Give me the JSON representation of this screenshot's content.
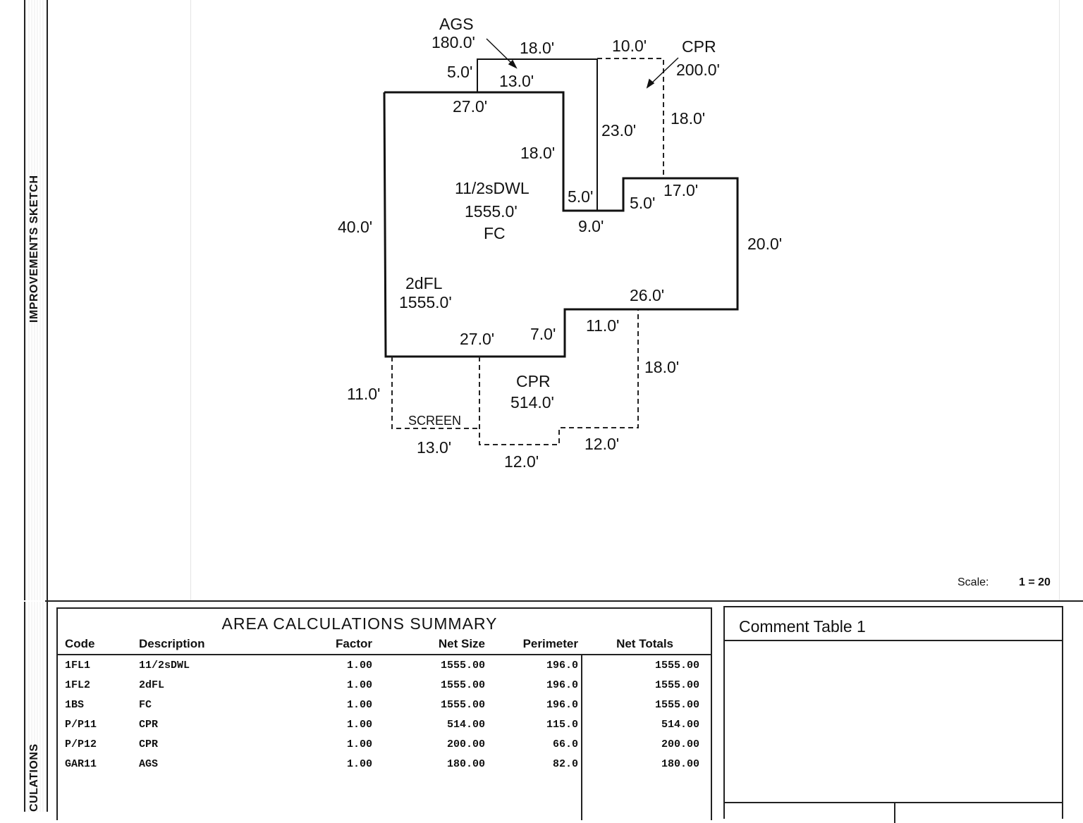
{
  "side_labels": {
    "sketch": "IMPROVEMENTS SKETCH",
    "calculations": "CULATIONS"
  },
  "sketch": {
    "labels": {
      "ags_code": "AGS",
      "ags_area": "180.0'",
      "cpr_top_code": "CPR",
      "cpr_top_area": "200.0'",
      "main_code": "11/2sDWL",
      "main_area": "1555.0'",
      "main_sub": "FC",
      "second_code": "2dFL",
      "second_area": "1555.0'",
      "cpr_bottom_code": "CPR",
      "cpr_bottom_area": "514.0'",
      "screen": "SCREEN"
    },
    "dimensions": {
      "ags_top": "18.0'",
      "ags_left": "5.0'",
      "ags_inner": "13.0'",
      "cpr_top_width": "10.0'",
      "cpr_top_height": "18.0'",
      "main_top": "27.0'",
      "notch_left": "18.0'",
      "notch_right": "23.0'",
      "notch_bottom_left": "5.0'",
      "notch_bottom_step": "5.0'",
      "notch_bottom": "9.0'",
      "right_top": "17.0'",
      "right_side": "20.0'",
      "left_side": "40.0'",
      "bottom_right": "26.0'",
      "bottom_left": "27.0'",
      "bottom_step": "7.0'",
      "cpr_b_top": "11.0'",
      "cpr_b_right": "18.0'",
      "screen_left": "11.0'",
      "screen_bottom": "13.0'",
      "cpr_b_bottom_mid": "12.0'",
      "cpr_b_bottom_right": "12.0'"
    }
  },
  "scale": {
    "label": "Scale:",
    "value": "1 = 20"
  },
  "area_summary": {
    "title": "AREA  CALCULATIONS  SUMMARY",
    "headers": [
      "Code",
      "Description",
      "Factor",
      "Net Size",
      "Perimeter",
      "Net Totals"
    ],
    "rows": [
      [
        "1FL1",
        "11/2sDWL",
        "1.00",
        "1555.00",
        "196.0",
        "1555.00"
      ],
      [
        "1FL2",
        "2dFL",
        "1.00",
        "1555.00",
        "196.0",
        "1555.00"
      ],
      [
        "1BS",
        "FC",
        "1.00",
        "1555.00",
        "196.0",
        "1555.00"
      ],
      [
        "P/P11",
        "CPR",
        "1.00",
        "514.00",
        "115.0",
        "514.00"
      ],
      [
        "P/P12",
        "CPR",
        "1.00",
        "200.00",
        "66.0",
        "200.00"
      ],
      [
        "GAR11",
        "AGS",
        "1.00",
        "180.00",
        "82.0",
        "180.00"
      ]
    ]
  },
  "comment_table": {
    "title": "Comment Table 1"
  }
}
